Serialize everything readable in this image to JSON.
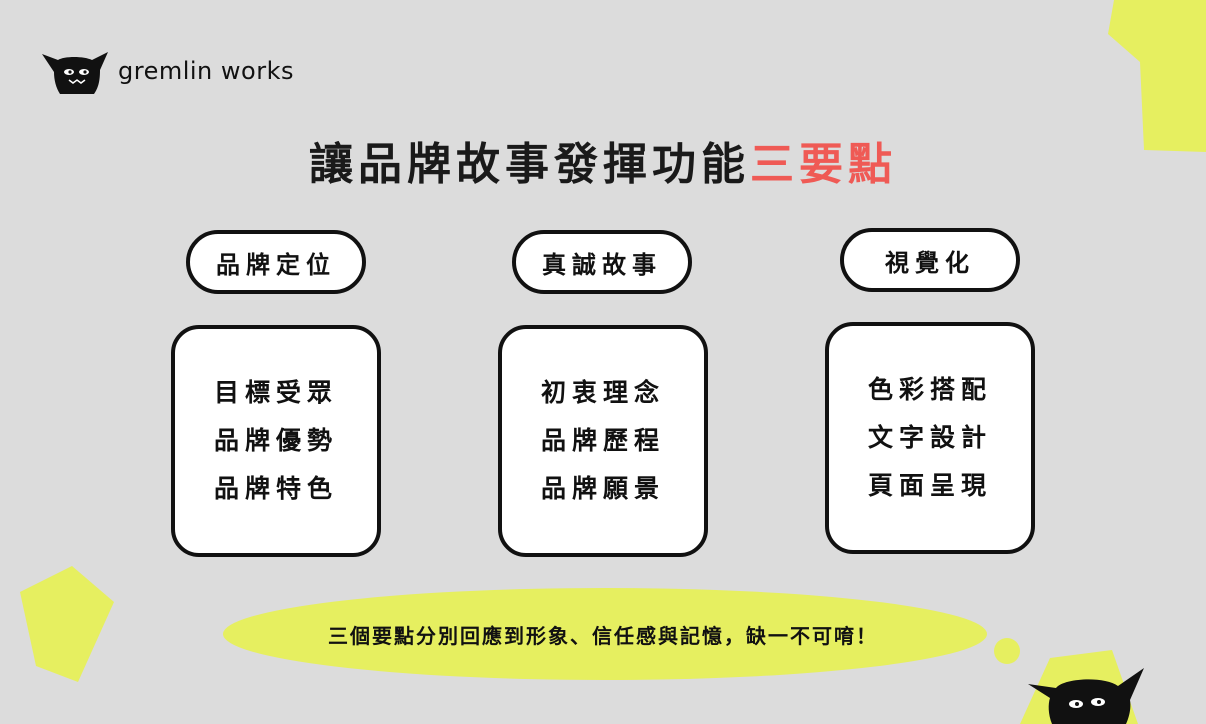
{
  "brand": {
    "name": "gremlin works"
  },
  "title": {
    "main": "讓品牌故事發揮功能",
    "highlight": "三要點"
  },
  "points": [
    {
      "label": "品牌定位",
      "items": [
        "目標受眾",
        "品牌優勢",
        "品牌特色"
      ]
    },
    {
      "label": "真誠故事",
      "items": [
        "初衷理念",
        "品牌歷程",
        "品牌願景"
      ]
    },
    {
      "label": "視覺化",
      "items": [
        "色彩搭配",
        "文字設計",
        "頁面呈現"
      ]
    }
  ],
  "footer": {
    "text": "三個要點分別回應到形象、信任感與記憶，缺一不可唷！"
  },
  "colors": {
    "background": "#dcdcdc",
    "accent": "#e6ef60",
    "highlight": "#ef5a55",
    "ink": "#111111"
  }
}
